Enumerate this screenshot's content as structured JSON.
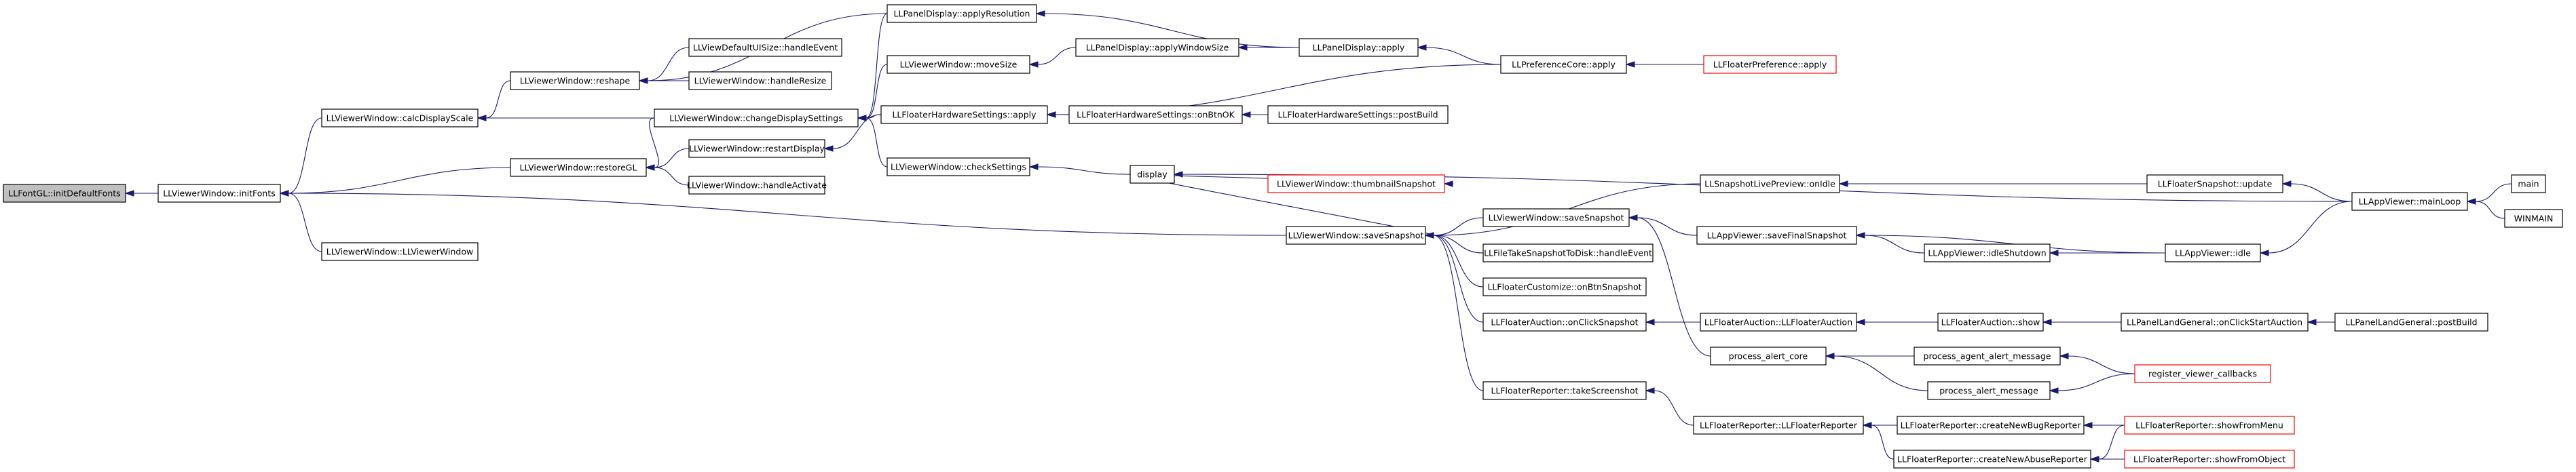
{
  "colors": {
    "edge": "#191970",
    "root_fill": "#bfbfbf",
    "truncated_border": "#ff0000",
    "border": "#000000"
  },
  "nodes": {
    "n0": "LLFontGL::initDefaultFonts",
    "n1": "LLViewerWindow::initFonts",
    "n2": "LLViewerWindow::calcDisplayScale",
    "n3": "LLViewerWindow::restoreGL",
    "n4": "LLViewerWindow::LLViewerWindow",
    "n5": "LLViewerWindow::reshape",
    "n6": "LLViewerWindow::changeDisplaySettings",
    "n7": "LLViewerWindow::restartDisplay",
    "n8": "LLViewerWindow::handleActivate",
    "n9": "LLPanelDisplay::applyResolution",
    "n10": "LLViewDefaultUISize::handleEvent",
    "n11": "LLViewerWindow::handleResize",
    "n12": "LLViewerWindow::moveSize",
    "n13": "LLFloaterHardwareSettings::apply",
    "n14": "LLViewerWindow::checkSettings",
    "n15": "LLPanelDisplay::applyWindowSize",
    "n16": "LLPanelDisplay::apply",
    "n17": "LLPreferenceCore::apply",
    "n18": "LLFloaterPreference::apply",
    "n19": "LLFloaterHardwareSettings::onBtnOK",
    "n20": "LLFloaterHardwareSettings::postBuild",
    "n21": "display",
    "n22": "LLViewerWindow::thumbnailSnapshot",
    "n23": "LLViewerWindow::saveSnapshot",
    "n24": "LLSnapshotLivePreview::onIdle",
    "n25": "LLFloaterSnapshot::update",
    "n26": "LLViewerWindow::saveSnapshot",
    "n27": "LLFileTakeSnapshotToDisk::handleEvent",
    "n28": "LLFloaterCustomize::onBtnSnapshot",
    "n29": "LLFloaterAuction::onClickSnapshot",
    "n30": "LLFloaterReporter::takeScreenshot",
    "n31": "LLAppViewer::saveFinalSnapshot",
    "n32": "LLAppViewer::idleShutdown",
    "n33": "LLAppViewer::idle",
    "n34": "LLAppViewer::mainLoop",
    "n35": "main",
    "n36": "WINMAIN",
    "n37": "LLFloaterAuction::LLFloaterAuction",
    "n38": "LLFloaterAuction::show",
    "n39": "LLPanelLandGeneral::onClickStartAuction",
    "n40": "LLPanelLandGeneral::postBuild",
    "n41": "process_alert_core",
    "n42": "process_agent_alert_message",
    "n43": "process_alert_message",
    "n44": "register_viewer_callbacks",
    "n45": "LLFloaterReporter::LLFloaterReporter",
    "n46": "LLFloaterReporter::createNewBugReporter",
    "n47": "LLFloaterReporter::createNewAbuseReporter",
    "n48": "LLFloaterReporter::showFromMenu",
    "n49": "LLFloaterReporter::showFromObject"
  },
  "edges": [
    [
      "n1",
      "n0"
    ],
    [
      "n2",
      "n1"
    ],
    [
      "n3",
      "n1"
    ],
    [
      "n4",
      "n1"
    ],
    [
      "n23",
      "n1"
    ],
    [
      "n5",
      "n2"
    ],
    [
      "n6",
      "n2"
    ],
    [
      "n6",
      "n3"
    ],
    [
      "n7",
      "n3"
    ],
    [
      "n8",
      "n3"
    ],
    [
      "n9",
      "n5"
    ],
    [
      "n10",
      "n5"
    ],
    [
      "n11",
      "n5"
    ],
    [
      "n9",
      "n6"
    ],
    [
      "n12",
      "n6"
    ],
    [
      "n13",
      "n6"
    ],
    [
      "n14",
      "n6"
    ],
    [
      "n13",
      "n7"
    ],
    [
      "n16",
      "n9"
    ],
    [
      "n15",
      "n12"
    ],
    [
      "n16",
      "n15"
    ],
    [
      "n17",
      "n16"
    ],
    [
      "n18",
      "n17"
    ],
    [
      "n17",
      "n13"
    ],
    [
      "n19",
      "n13"
    ],
    [
      "n20",
      "n19"
    ],
    [
      "n21",
      "n14"
    ],
    [
      "n21",
      "n22"
    ],
    [
      "n21",
      "n23"
    ],
    [
      "n34",
      "n21"
    ],
    [
      "n24",
      "n23"
    ],
    [
      "n26",
      "n23"
    ],
    [
      "n27",
      "n23"
    ],
    [
      "n28",
      "n23"
    ],
    [
      "n29",
      "n23"
    ],
    [
      "n30",
      "n23"
    ],
    [
      "n25",
      "n24"
    ],
    [
      "n34",
      "n25"
    ],
    [
      "n31",
      "n26"
    ],
    [
      "n41",
      "n26"
    ],
    [
      "n32",
      "n31"
    ],
    [
      "n33",
      "n31"
    ],
    [
      "n33",
      "n32"
    ],
    [
      "n34",
      "n33"
    ],
    [
      "n35",
      "n34"
    ],
    [
      "n36",
      "n34"
    ],
    [
      "n37",
      "n29"
    ],
    [
      "n38",
      "n37"
    ],
    [
      "n39",
      "n38"
    ],
    [
      "n40",
      "n39"
    ],
    [
      "n42",
      "n41"
    ],
    [
      "n43",
      "n41"
    ],
    [
      "n44",
      "n42"
    ],
    [
      "n44",
      "n43"
    ],
    [
      "n45",
      "n30"
    ],
    [
      "n46",
      "n45"
    ],
    [
      "n47",
      "n45"
    ],
    [
      "n48",
      "n46"
    ],
    [
      "n48",
      "n47"
    ],
    [
      "n49",
      "n47"
    ]
  ]
}
